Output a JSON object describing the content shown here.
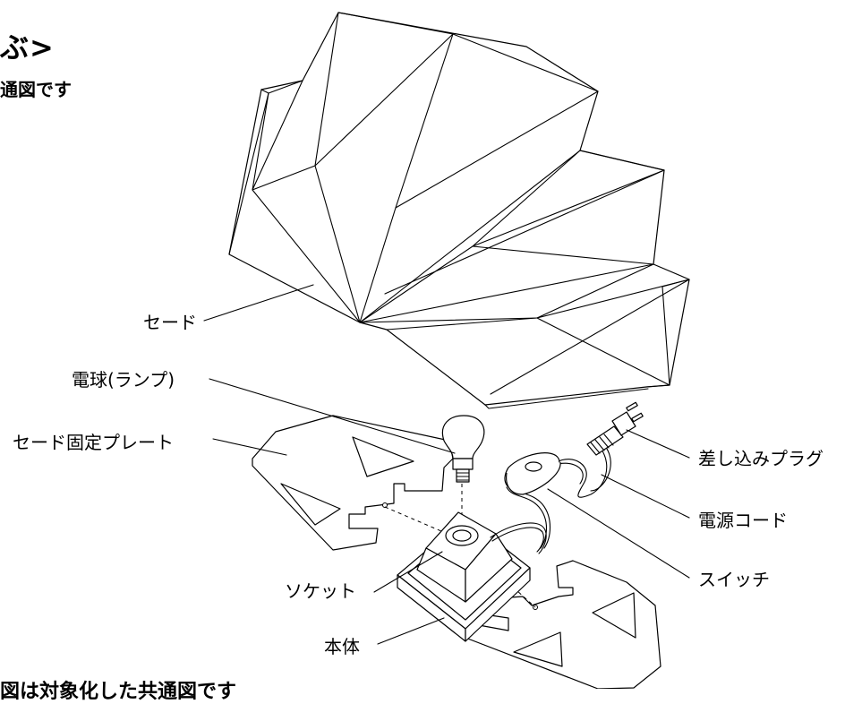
{
  "heading": {
    "title_fragment": "ぶ>",
    "subtitle_fragment": "通図です"
  },
  "footer": {
    "note_fragment": "図は対象化した共通図です"
  },
  "labels": {
    "shade": "セード",
    "bulb": "電球(ランプ)",
    "shade_plate": "セード固定プレート",
    "plug": "差し込みプラグ",
    "cord": "電源コード",
    "switch": "スイッチ",
    "socket": "ソケット",
    "body": "本体"
  }
}
